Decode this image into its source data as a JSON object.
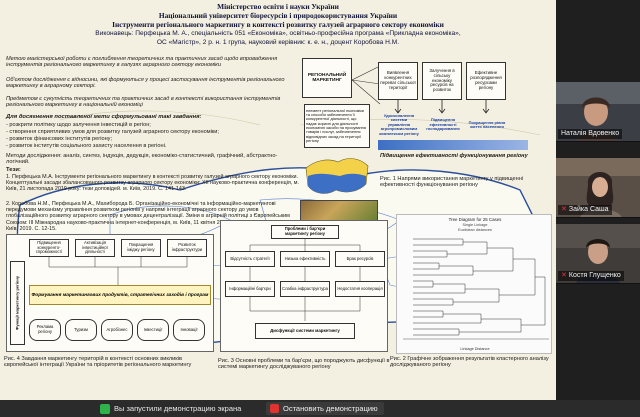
{
  "poster": {
    "header": {
      "line1": "Міністерство освіти і науки України",
      "line2": "Національний університет біоресурсів і природокористування України",
      "title1": "Інструменти регіонального маркетингу в контексті розвитку галузей аграрного сектору економіки",
      "title2": "Виконавець: Перфецька М. А., спеціальність 051 «Економіка», освітньо-професійна програма «Прикладна економіка»,",
      "title3": "ОС «Магістр», 2 р. н. 1 група, науковий керівник: к. е. н., доцент Коробова Н.М."
    },
    "left": {
      "p1": "Метою магістерської роботи є поглиблення теоретичних та практичних засад щодо впровадження інструментів регіонального маркетингу в галузях аграрного сектору економіки",
      "p2": "Об'єктом дослідження є відносини, які формуються у процесі застосування інструментів регіонального маркетингу в аграрному секторі.",
      "p3": "Предметом є сукупність теоретичних та практичних засад в контексті використання інструментів регіонального маркетингу в національній економіці",
      "p4": "Для досягнення поставленої мети сформульовані такі завдання:",
      "p5": "- розкрити політику щодо залучення інвестицій в регіон;",
      "p6": "- створення сприятливих умов для розвитку галузей аграрного сектору економіки;",
      "p7": "- розвиток фінансових інститутів регіону;",
      "p8": "- розвиток інститутів соціального захисту населення в регіоні.",
      "p9": "Методи дослідження: аналіз, синтез, індукція, дедукція, економіко-статистичний, графічний, абстрактно-логічний.",
      "p10": "Тези:",
      "p11": "1. Перфецька М.А. Інструменти регіонального маркетингу в контексті розвитку галузей аграрного сектору економіки. Концептуальні засади збалансованого розвитку аграрного сектору економіки: ХІІ науково-практична конференція, м. Київ, 21 листопада 2019 року: тези доповідей. м. Київ, 2019. С. 141-143.",
      "p12": "2. Коробова Н.М., Перфецька М.А., Махиборода Б. Організаційно-економічні та інформаційно-маркетингові передумови механізму управління розвитком регіонів у напрямі інтеграції аграрного сектору до умов глобалізаційного розвитку аграрного сектору в умовах децентралізації. Зміни в аграрній політиці з Європейським Союзом: ІІІ Міжнародна науково-практична інтернет-конференція, м. Київ, 11 квітня 2019 року: тези доповідей. м. Київ, 2019. С. 12-15."
    },
    "center": {
      "regional_marketing": "РЕГІОНАЛЬНИЙ МАРКЕТИНГ",
      "elements_box": "елемент регіональної економіки та способи забезпечення її конкурентної діяльності, що надає корисні для діяльності економічні засоби на просування товарів і послуг, забезпечення відповідних засад на території регіону"
    },
    "right_top": {
      "col1": "Виявлення конкурентних переваг сільської території",
      "col2": "Залучення в сільську економіку ресурсів на розвиток",
      "col3": "Ефективне розпорядження ресурсами регіону",
      "b1": "Удосконалення системи управління агропромисловим комплексом регіону",
      "b2": "Підвищення ефективності господарювання",
      "b3": "Покращення рівня життя населення",
      "eff": "Підвищення ефективності функціонування регіону"
    },
    "captions": {
      "fig1": "Рис. 1 Напрями використання маркетингу у підвищенні ефективності функціонування регіону",
      "fig2": "Рис. 2 Графічне зображення результатів кластерного аналізу досліджуваного регіону",
      "fig3": "Рис. 3 Основні проблеми та бар'єри, що породжують дисфункції в системі маркетингу досліджуваного регіону",
      "fig4": "Рис. 4 Завдання маркетингу територій в контексті основних викликів європейської інтеграції України та пріоритетів регіонального маркетингу"
    },
    "diagram4": {
      "top_boxes": [
        "Підвищення конкуренто-спроможності",
        "Активізація інвестиційної діяльності",
        "Покращення іміджу регіону",
        "Розвиток інфраструктури"
      ],
      "side_label": "Функції маркетингу регіону",
      "banner": "Формування маркетингових продуктів, стратегічних заходів і програм",
      "bottom_boxes": [
        "Реклама регіону",
        "Туризм",
        "Агробізнес",
        "Інвестиції",
        "Інновації"
      ]
    },
    "diagram3": {
      "top": "Проблеми і бар'єри маркетингу регіону",
      "boxes": [
        "Відсутність стратегії",
        "Низька ефективність",
        "Брак ресурсів",
        "Інформаційні бар'єри",
        "Слабка інфраструктура",
        "Недостатня кооперація"
      ],
      "bottom": "Дисфункції системи маркетингу"
    },
    "dendrogram": {
      "title1": "Tree Diagram for 25 Cases",
      "title2": "Single Linkage",
      "title3": "Euclidean distances",
      "xlabel": "Linkage Distance"
    }
  },
  "participants": [
    {
      "name": "Наталія Вдовенко",
      "mic_off": false
    },
    {
      "name": "Зайка Саша",
      "mic_off": true
    },
    {
      "name": "Костя Глущенко",
      "mic_off": true
    }
  ],
  "bottombar": {
    "status": "Вы запустили демонстрацию экрана",
    "stop_label": "Остановить демонстрацию"
  },
  "colors": {
    "share_green": "#2fb24a",
    "stop_red": "#e0322f",
    "poster_bg": "#f3f0e1",
    "map_yellow": "#f3d24a",
    "map_blue": "#3d6fc4"
  }
}
